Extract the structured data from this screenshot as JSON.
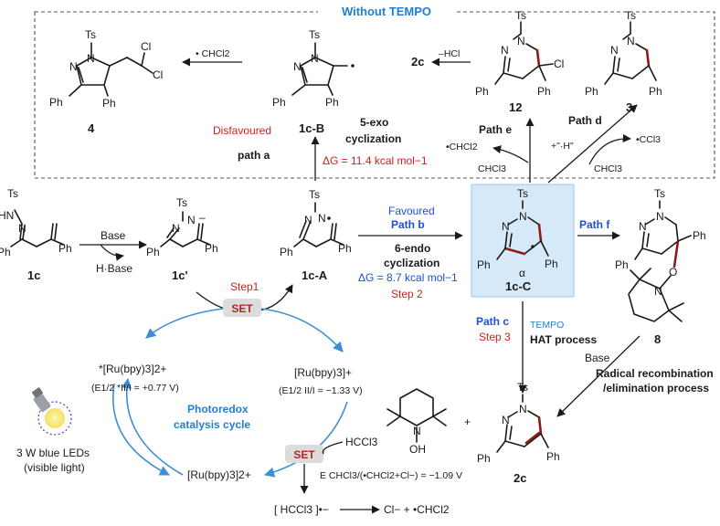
{
  "box_title": "Without TEMPO",
  "labels": {
    "c4": "4",
    "c1cB": "1c-B",
    "c2c_top": "2c",
    "c12": "12",
    "c3": "3",
    "c1c": "1c",
    "c1cp": "1c'",
    "c1cA": "1c-A",
    "c1cC": "1c-C",
    "c8": "8",
    "c2c": "2c"
  },
  "atoms": {
    "Ts": "Ts",
    "N": "N",
    "Ph": "Ph",
    "Cl": "Cl",
    "HN": "HN",
    "O": "O",
    "OH": "OH",
    "alpha": "α"
  },
  "reagents": {
    "chcl2_radical": "• CHCl2",
    "minus_hcl": "–HCl",
    "base": "Base",
    "h_base": "H·Base",
    "chcl2_e": "•CHCl2",
    "chcl3_e": "CHCl3",
    "h_d": "+\"·H\"",
    "ccl3_d": "•CCl3",
    "chcl3_d": "CHCl3",
    "tempo": "TEMPO",
    "hat": "HAT process",
    "base_f": "Base",
    "plus": "+",
    "hccl3": "HCCl3"
  },
  "paths": {
    "disfavoured": "Disfavoured",
    "path_a": "path a",
    "exo_1": "5-exo",
    "exo_2": "cyclization",
    "dg_a": "ΔG = 11.4 kcal mol−1",
    "path_e": "Path e",
    "path_d": "Path d",
    "favoured": "Favoured",
    "path_b": "Path b",
    "endo_1": "6-endo",
    "endo_2": "cyclization",
    "dg_b": "ΔG = 8.7 kcal mol−1",
    "step2": "Step 2",
    "path_f": "Path f",
    "path_c": "Path c",
    "step3": "Step 3",
    "step1": "Step1",
    "radical_1": "Radical recombination",
    "radical_2": "/elimination process"
  },
  "photo": {
    "set": "SET",
    "ru_excited": "*[Ru(bpy)3]2+",
    "e_excited": "(E1/2 *II/I = +0.77 V)",
    "ru_reduced": "[Ru(bpy)3]+",
    "e_reduced": "(E1/2 II/I = −1.33 V)",
    "cycle_1": "Photoredox",
    "cycle_2": "catalysis cycle",
    "led_1": "3 W blue LEDs",
    "led_2": "(visible light)",
    "ru_ground": "[Ru(bpy)3]2+",
    "e_chcl3": "E CHCl3/(•CHCl2+Cl−) = −1.09 V",
    "radical_anion": "[ HCCl3 ]•−",
    "products": "Cl− + •CHCl2"
  },
  "colors": {
    "highlight_bond": "#8b1a1a",
    "box_fill": "#d6e9f8",
    "cycle_arrow": "#3f8fd6",
    "set_fill": "#dcdcdc"
  }
}
